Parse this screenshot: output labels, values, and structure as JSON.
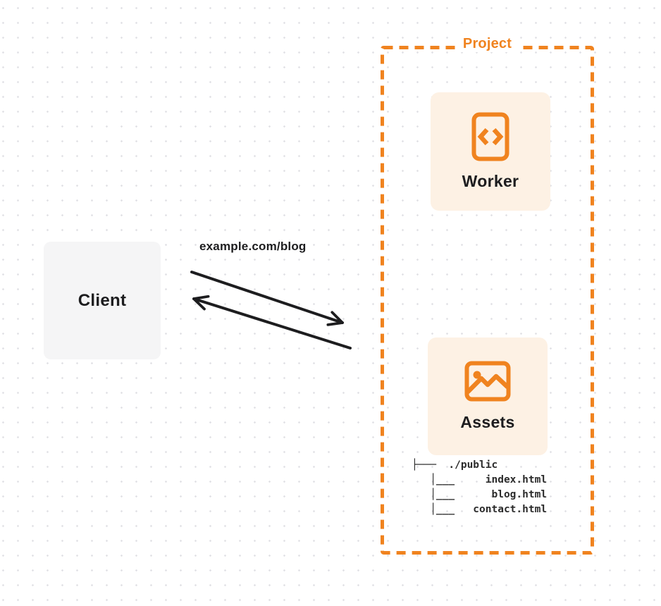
{
  "diagram": {
    "client": {
      "label": "Client"
    },
    "request": {
      "url_label": "example.com/blog"
    },
    "project": {
      "label": "Project",
      "worker": {
        "label": "Worker",
        "icon": "code-document-icon"
      },
      "assets": {
        "label": "Assets",
        "icon": "image-icon"
      },
      "file_tree": {
        "lines": [
          "├───  ./public",
          "   │___     index.html",
          "   │___      blog.html",
          "   │___   contact.html"
        ]
      }
    },
    "colors": {
      "accent_orange": "#f0831f",
      "card_cream": "#fdf1e4",
      "client_gray": "#f5f5f6",
      "text_dark": "#1d1d1f",
      "arrow_black": "#1d1d1f",
      "grid_dot": "#e2e2e6"
    }
  }
}
